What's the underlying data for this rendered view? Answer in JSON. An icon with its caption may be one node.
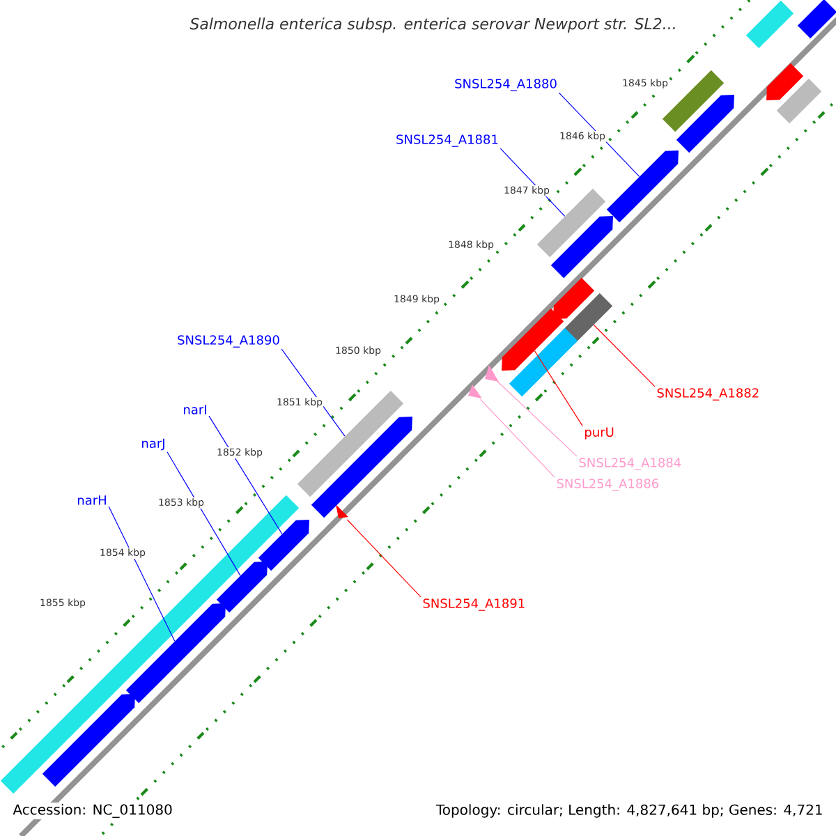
{
  "diagram": {
    "title": "*Salmonella enterica* subsp. *enterica* serovar Newport str. SL2...",
    "nodes": [
      {
        "text": [
          "SNSL254_A1880"
        ]
      },
      {
        "text": [
          "SNSL254_A1881"
        ]
      },
      {
        "text": [
          "SNSL254_A1890"
        ]
      },
      {
        "text": [
          "narI"
        ]
      },
      {
        "text": [
          "narJ"
        ]
      },
      {
        "text": [
          "narH"
        ]
      },
      {
        "text": [
          "SNSL254_A1882"
        ]
      },
      {
        "text": [
          "purU"
        ]
      },
      {
        "text": [
          "SNSL254_A1884"
        ]
      },
      {
        "text": [
          "SNSL254_A1886"
        ]
      },
      {
        "text": [
          "SNSL254_A1891"
        ]
      },
      {
        "text": [],
        "shape": "box"
      },
      {
        "text": [],
        "shape": "box"
      },
      {
        "text": [],
        "shape": "box"
      },
      {
        "text": [],
        "shape": "box"
      },
      {
        "text": [],
        "shape": "box"
      },
      {
        "text": [],
        "shape": "box"
      },
      {
        "text": [],
        "shape": "box"
      },
      {
        "text": [],
        "shape": "box"
      },
      {
        "text": [],
        "shape": "triangle"
      },
      {
        "text": [],
        "shape": "triangle"
      },
      {
        "text": [],
        "shape": "triangle"
      },
      {
        "text": [],
        "shape": "box"
      },
      {
        "text": [],
        "shape": "box"
      },
      {
        "text": [],
        "shape": "box"
      },
      {
        "text": [],
        "shape": "box"
      },
      {
        "text": [],
        "shape": "box"
      },
      {
        "text": [],
        "shape": "box"
      },
      {
        "text": [],
        "shape": "box"
      },
      {
        "text": [],
        "shape": "box"
      },
      {
        "text": [],
        "shape": "box"
      },
      {
        "text": [],
        "shape": "box"
      },
      {
        "text": [],
        "shape": "box"
      },
      {
        "text": [],
        "shape": "box"
      }
    ],
    "edges": [
      {
        "from": 0,
        "to": 11,
        "arrow": "none"
      },
      {
        "from": 1,
        "to": 12,
        "arrow": "none"
      },
      {
        "from": 2,
        "to": 13,
        "arrow": "none"
      },
      {
        "from": 3,
        "to": 14,
        "arrow": "none"
      },
      {
        "from": 4,
        "to": 15,
        "arrow": "none"
      },
      {
        "from": 5,
        "to": 16,
        "arrow": "none"
      },
      {
        "from": 6,
        "to": 17,
        "arrow": "none",
        "color": "#ff0000"
      },
      {
        "from": 7,
        "to": 18,
        "arrow": "none",
        "color": "#ff0000"
      },
      {
        "from": 8,
        "to": 19,
        "arrow": "none",
        "color": "#ff99cc"
      },
      {
        "from": 9,
        "to": 20,
        "arrow": "none",
        "color": "#ff99cc"
      },
      {
        "from": 10,
        "to": 21,
        "arrow": "none",
        "color": "#ff0000"
      }
    ],
    "labels": [
      "1845 kbp",
      "1846 kbp",
      "1847 kbp",
      "1848 kbp",
      "1849 kbp",
      "1850 kbp",
      "1851 kbp",
      "1852 kbp",
      "1853 kbp",
      "1854 kbp",
      "1855 kbp",
      "Accession: NC_011080",
      "Topology: circular; Length: 4,827,641 bp; Genes: 4,721"
    ]
  }
}
